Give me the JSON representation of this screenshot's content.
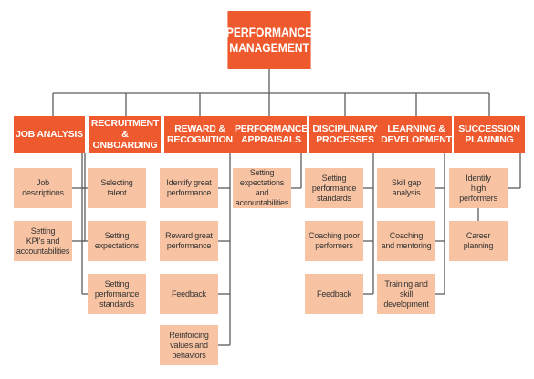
{
  "root": {
    "label": "PERFORMANCE\nMANAGEMENT"
  },
  "categories": [
    {
      "label": "JOB ANALYSIS",
      "items": [
        "Job\ndescriptions",
        "Setting\nKPI's and\naccountabilities"
      ]
    },
    {
      "label": "RECRUITMENT\n& ONBOARDING",
      "items": [
        "Selecting\ntalent",
        "Setting\nexpectations",
        "Setting\nperformance\nstandards"
      ]
    },
    {
      "label": "REWARD &\nRECOGNITION",
      "items": [
        "Identify great\nperformance",
        "Reward great\nperformance",
        "Feedback",
        "Reinforcing\nvalues and\nbehaviors"
      ]
    },
    {
      "label": "PERFORMANCE\nAPPRAISALS",
      "items": [
        "Setting\nexpectations and\naccountabilities"
      ]
    },
    {
      "label": "DISCIPLINARY\nPROCESSES",
      "items": [
        "Setting\nperformance\nstandards",
        "Coaching poor\nperformers",
        "Feedback"
      ]
    },
    {
      "label": "LEARNING &\nDEVELOPMENT",
      "items": [
        "Skill gap\nanalysis",
        "Coaching\nand mentoring",
        "Training and\nskill development"
      ]
    },
    {
      "label": "SUCCESSION\nPLANNING",
      "items": [
        "Identify\nhigh performers",
        "Career\nplanning"
      ]
    }
  ],
  "colors": {
    "primary": "#ee5a2e",
    "secondary": "#f8c3a2",
    "connector": "#5c5c5c"
  }
}
